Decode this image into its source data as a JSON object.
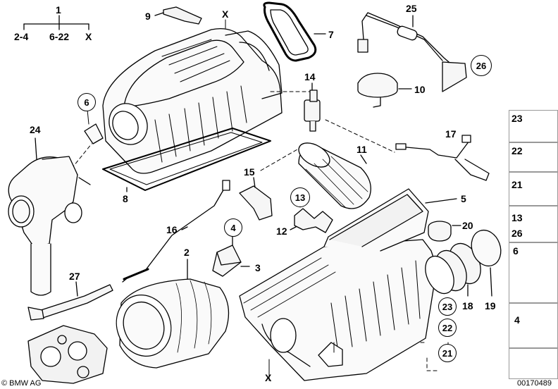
{
  "diagram": {
    "labels": {
      "n1": "1",
      "g24": "2-4",
      "g622": "6-22",
      "gx": "X",
      "n9": "9",
      "xtop": "X",
      "n7": "7",
      "n25": "25",
      "n26": "26",
      "n14": "14",
      "n10": "10",
      "n6": "6",
      "n24": "24",
      "n17": "17",
      "n11": "11",
      "n15": "15",
      "n13": "13",
      "n5": "5",
      "n8": "8",
      "n12": "12",
      "n20": "20",
      "n16": "16",
      "n4": "4",
      "n2": "2",
      "n3": "3",
      "n27": "27",
      "n18": "18",
      "n19": "19",
      "n23": "23",
      "n22": "22",
      "n21": "21",
      "xbottom": "X"
    },
    "legend": {
      "items": [
        {
          "text": "23"
        },
        {
          "text": "22"
        },
        {
          "text": "21"
        },
        {
          "text": "13\n26"
        },
        {
          "text": "6"
        },
        {
          "text": "4"
        }
      ]
    },
    "footer": {
      "copyright": "© BMW AG",
      "code": "00170489"
    }
  }
}
